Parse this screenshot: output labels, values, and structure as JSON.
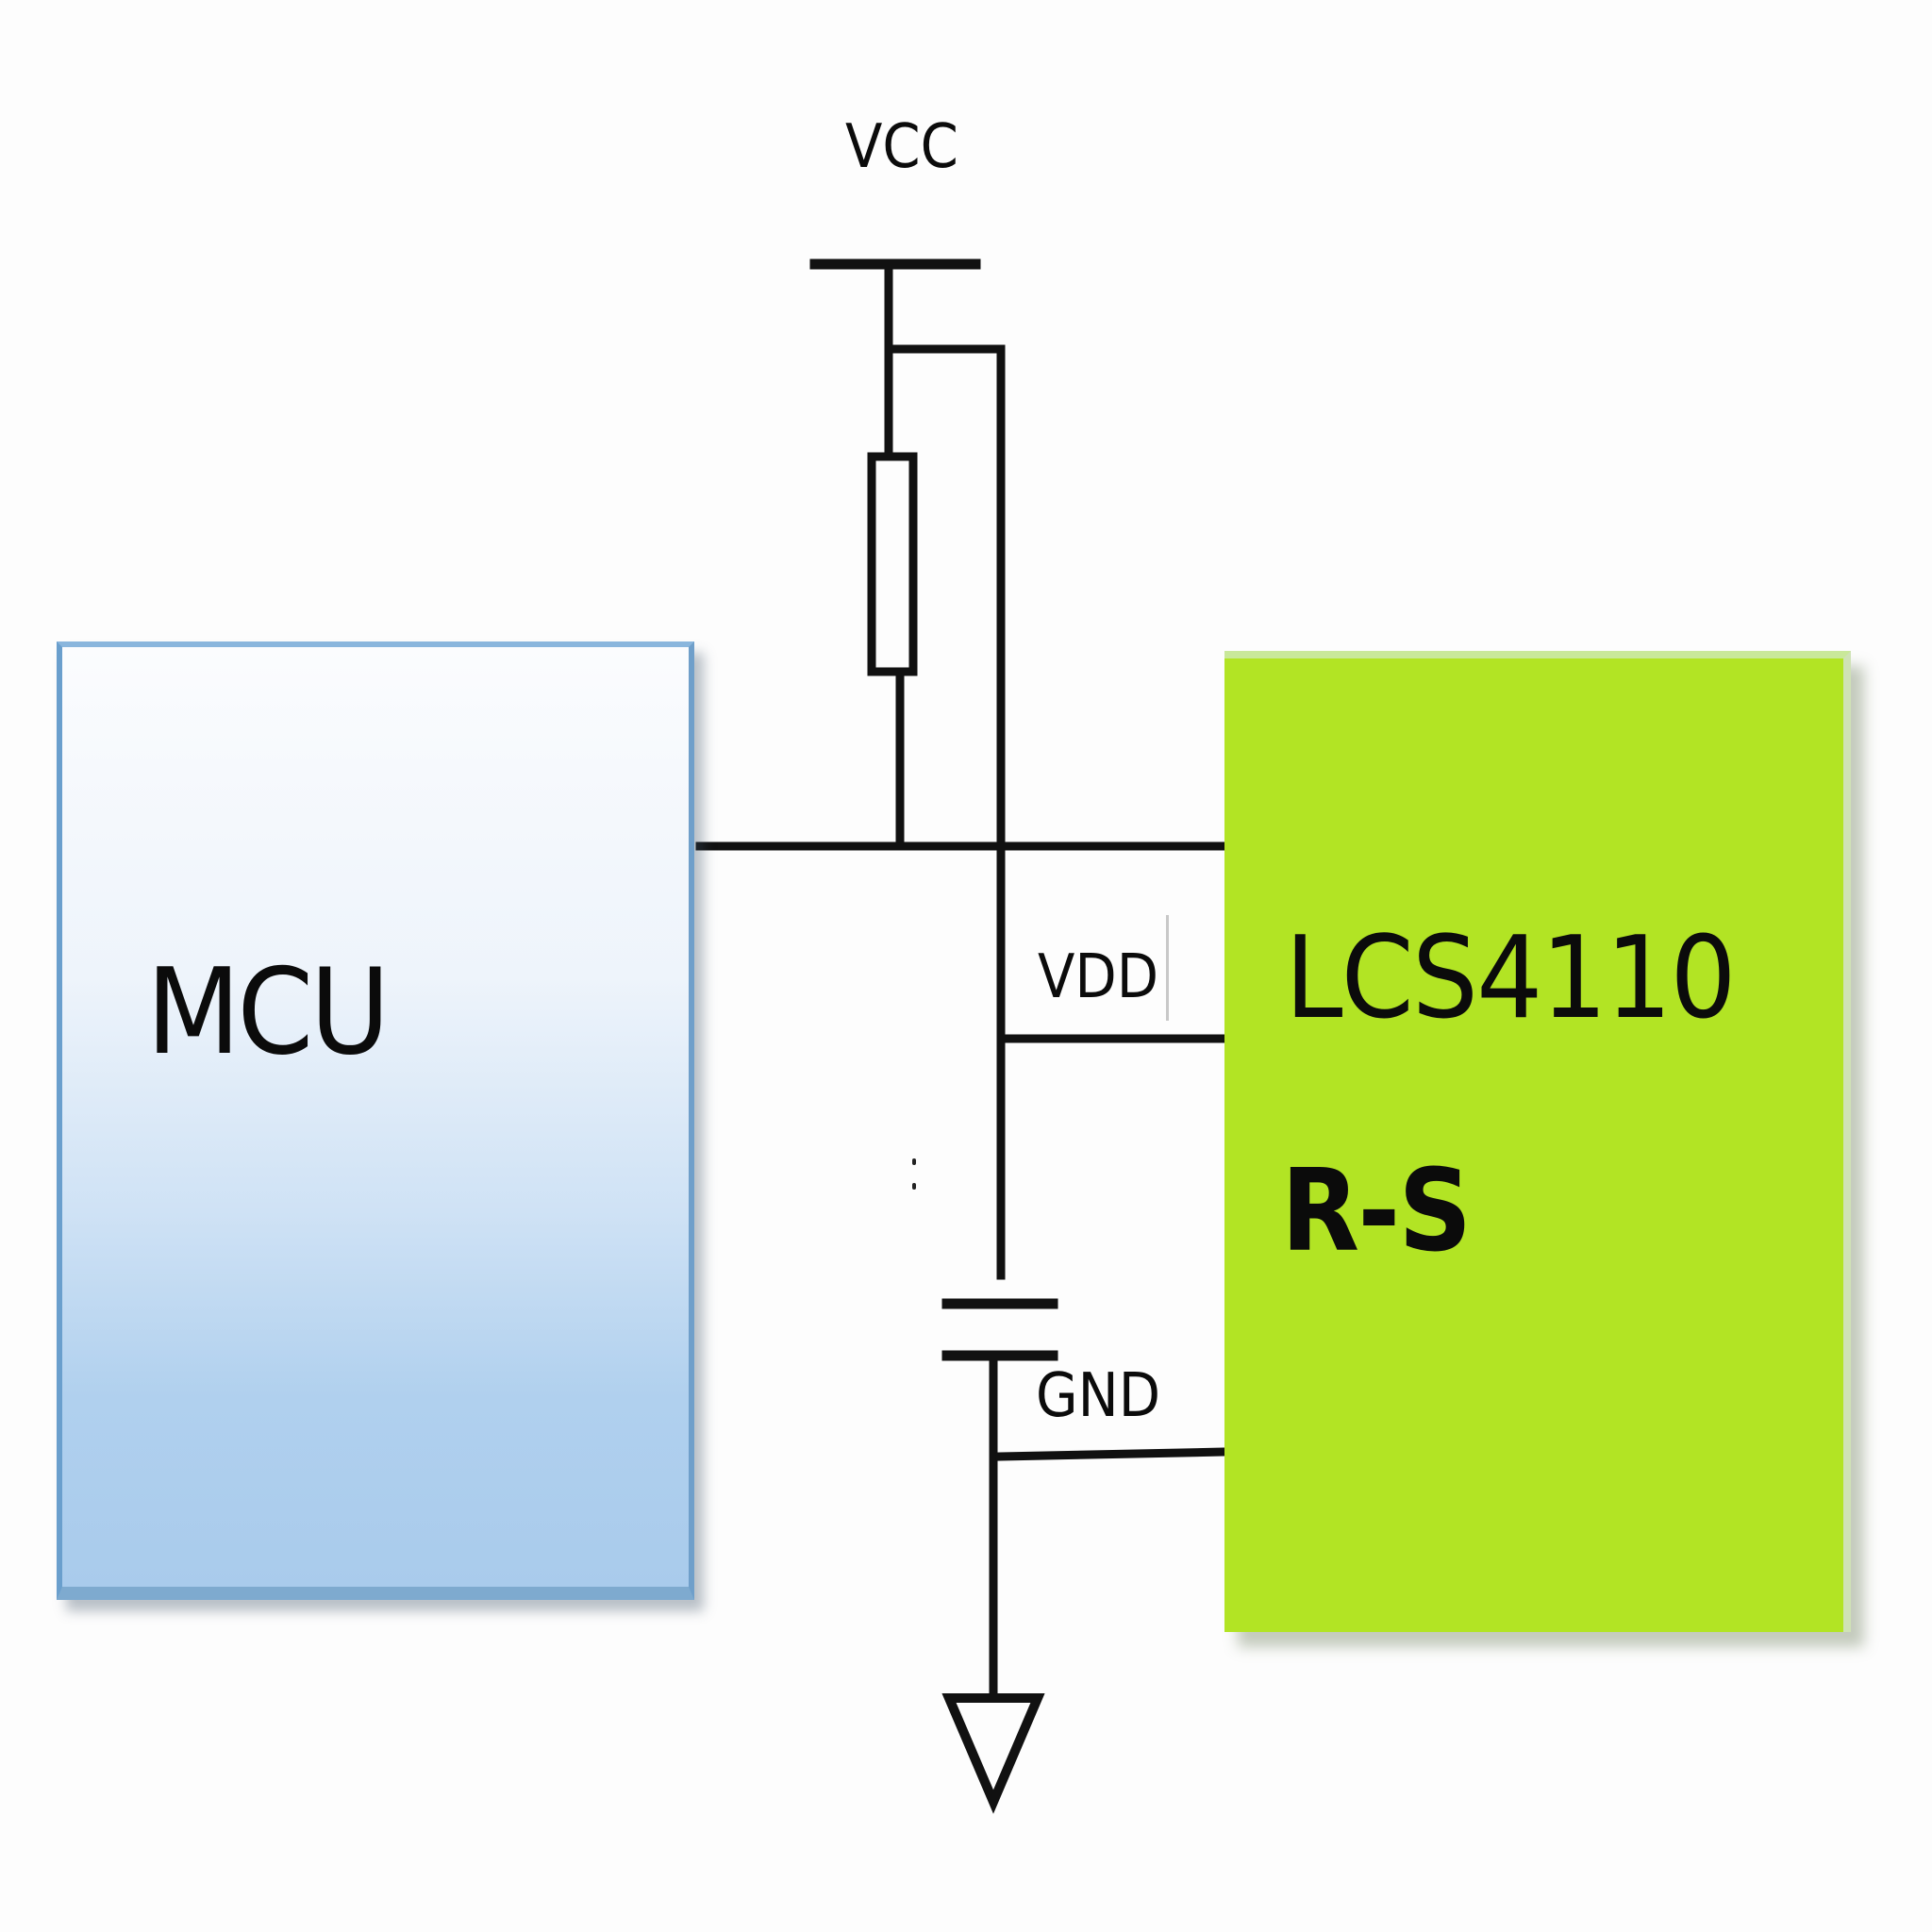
{
  "diagram": {
    "type": "circuit-schematic",
    "components": {
      "mcu": {
        "label": "MCU",
        "fill_top": "#fbfcfe",
        "fill_bottom": "#a9cbec",
        "border": "#6a9fcd"
      },
      "ic": {
        "name": "LCS4110",
        "suffix": "R-S",
        "fill": "#b2e424"
      },
      "resistor": {
        "label": ""
      },
      "capacitor": {
        "label": ""
      },
      "ground": {
        "label": ""
      }
    },
    "net_labels": {
      "vcc": "VCC",
      "vdd": "VDD",
      "gnd": "GND"
    },
    "connections": [
      {
        "from": "VCC",
        "to": "resistor"
      },
      {
        "from": "VCC",
        "to": "VDD-rail"
      },
      {
        "from": "resistor",
        "to": "MCU-IC signal line"
      },
      {
        "from": "MCU",
        "to": "IC signal pin"
      },
      {
        "from": "VDD-rail",
        "to": "IC VDD pin"
      },
      {
        "from": "VDD-rail",
        "to": "capacitor"
      },
      {
        "from": "capacitor",
        "to": "IC GND pin"
      },
      {
        "from": "capacitor",
        "to": "ground"
      }
    ],
    "wire_color": "#111111"
  }
}
